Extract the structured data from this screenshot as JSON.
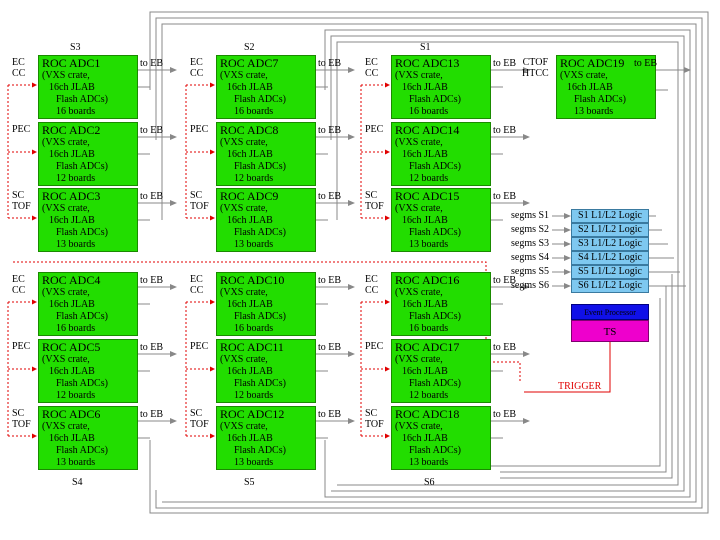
{
  "sectors": [
    {
      "id": "S3",
      "rocs": [
        {
          "title": "ROC ADC1",
          "lines": [
            "(VXS crate,",
            "16ch JLAB",
            "Flash ADCs)",
            "16 boards"
          ],
          "det": "EC\nCC"
        },
        {
          "title": "ROC ADC2",
          "lines": [
            "(VXS crate,",
            "16ch JLAB",
            "Flash ADCs)",
            "12 boards"
          ],
          "det": "PEC"
        },
        {
          "title": "ROC ADC3",
          "lines": [
            "(VXS crate,",
            "16ch JLAB",
            "Flash ADCs)",
            "13 boards"
          ],
          "det": "SC\nTOF"
        }
      ]
    },
    {
      "id": "S2",
      "rocs": [
        {
          "title": "ROC ADC7",
          "lines": [
            "(VXS crate,",
            "16ch JLAB",
            "Flash ADCs)",
            "16 boards"
          ],
          "det": "EC\nCC"
        },
        {
          "title": "ROC ADC8",
          "lines": [
            "(VXS crate,",
            "16ch JLAB",
            "Flash ADCs)",
            "12 boards"
          ],
          "det": "PEC"
        },
        {
          "title": "ROC ADC9",
          "lines": [
            "(VXS crate,",
            "16ch JLAB",
            "Flash ADCs)",
            "13 boards"
          ],
          "det": "SC\nTOF"
        }
      ]
    },
    {
      "id": "S1",
      "rocs": [
        {
          "title": "ROC ADC13",
          "lines": [
            "(VXS crate,",
            "16ch JLAB",
            "Flash ADCs)",
            "16 boards"
          ],
          "det": "EC\nCC"
        },
        {
          "title": "ROC ADC14",
          "lines": [
            "(VXS crate,",
            "16ch JLAB",
            "Flash ADCs)",
            "12 boards"
          ],
          "det": "PEC"
        },
        {
          "title": "ROC ADC15",
          "lines": [
            "(VXS crate,",
            "16ch JLAB",
            "Flash ADCs)",
            "13 boards"
          ],
          "det": "SC\nTOF"
        }
      ]
    },
    {
      "id": "S4",
      "rocs": [
        {
          "title": "ROC ADC4",
          "lines": [
            "(VXS crate,",
            "16ch JLAB",
            "Flash ADCs)",
            "16 boards"
          ],
          "det": "EC\nCC"
        },
        {
          "title": "ROC ADC5",
          "lines": [
            "(VXS crate,",
            "16ch JLAB",
            "Flash ADCs)",
            "12 boards"
          ],
          "det": "PEC"
        },
        {
          "title": "ROC ADC6",
          "lines": [
            "(VXS crate,",
            "16ch JLAB",
            "Flash ADCs)",
            "13 boards"
          ],
          "det": "SC\nTOF"
        }
      ]
    },
    {
      "id": "S5",
      "rocs": [
        {
          "title": "ROC ADC10",
          "lines": [
            "(VXS crate,",
            "16ch JLAB",
            "Flash ADCs)",
            "16 boards"
          ],
          "det": "EC\nCC"
        },
        {
          "title": "ROC ADC11",
          "lines": [
            "(VXS crate,",
            "16ch JLAB",
            "Flash ADCs)",
            "12 boards"
          ],
          "det": "PEC"
        },
        {
          "title": "ROC ADC12",
          "lines": [
            "(VXS crate,",
            "16ch JLAB",
            "Flash ADCs)",
            "13 boards"
          ],
          "det": "SC\nTOF"
        }
      ]
    },
    {
      "id": "S6",
      "rocs": [
        {
          "title": "ROC ADC16",
          "lines": [
            "(VXS crate,",
            "16ch JLAB",
            "Flash ADCs)",
            "16 boards"
          ],
          "det": "EC\nCC"
        },
        {
          "title": "ROC ADC17",
          "lines": [
            "(VXS crate,",
            "16ch JLAB",
            "Flash ADCs)",
            "12 boards"
          ],
          "det": "PEC"
        },
        {
          "title": "ROC ADC18",
          "lines": [
            "(VXS crate,",
            "16ch JLAB",
            "Flash ADCs)",
            "13 boards"
          ],
          "det": "SC\nTOF"
        }
      ]
    }
  ],
  "extra_roc": {
    "title": "ROC ADC19",
    "lines": [
      "(VXS crate,",
      "16ch JLAB",
      "Flash ADCs)",
      "13 boards"
    ],
    "det": "CTOF\nHTCC"
  },
  "to_eb": "to EB",
  "segms": [
    "segms  S1",
    "segms  S2",
    "segms  S3",
    "segms  S4",
    "segms  S5",
    "segms  S6"
  ],
  "l1": [
    "S1 L1/L2 Logic",
    "S2 L1/L2 Logic",
    "S3 L1/L2 Logic",
    "S4 L1/L2 Logic",
    "S5 L1/L2 Logic",
    "S6 L1/L2 Logic"
  ],
  "event_processor": "Event Processor",
  "ts": "TS",
  "trigger": "TRIGGER",
  "colors": {
    "roc": "#22dd00",
    "l1": "#7ec8f0",
    "event_processor": "#1010e8",
    "ts": "#ee00cc",
    "trigger": "#e00000"
  }
}
